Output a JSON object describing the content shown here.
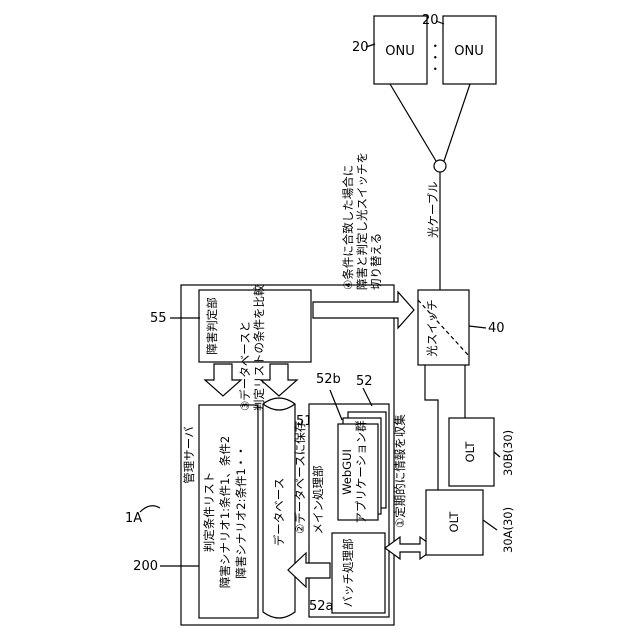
{
  "figure": {
    "system_ref": "1A",
    "mgmt_server": {
      "ref": "200",
      "title": "管理サーバ"
    },
    "criteria_list": {
      "line1": "判定条件リスト",
      "line2": "障害シナリオ1:条件1、条件2",
      "line3": "障害シナリオ2:条件1・・"
    },
    "failure_judge": {
      "ref": "55",
      "label": "障害判定部"
    },
    "database": {
      "ref": "51",
      "label": "データベース"
    },
    "main_proc": {
      "ref": "52",
      "label": "メイン処理部"
    },
    "webgui": {
      "ref": "52b",
      "line1": "WebGUI",
      "line2": "アプリケーション群"
    },
    "batch": {
      "ref": "52a",
      "label": "バッチ処理部"
    },
    "step1": "①定期的に情報を収集",
    "step2": "②データベースに保存",
    "step3_line1": "③データベースと",
    "step3_line2": "判定リストの条件を比較",
    "step4_line1": "④条件に合致した場合に",
    "step4_line2": "障害と判定し光スイッチを",
    "step4_line3": "切り替える",
    "olt_a": {
      "label": "OLT",
      "ref": "30A(30)"
    },
    "olt_b": {
      "label": "OLT",
      "ref": "30B(30)"
    },
    "optical_switch": {
      "label": "光スイッチ",
      "ref": "40"
    },
    "optical_cable": "光ケーブル",
    "onu1": {
      "label": "ONU",
      "ref": "20"
    },
    "onu2": {
      "label": "ONU",
      "ref": "20"
    },
    "ellipsis": "・・・"
  }
}
